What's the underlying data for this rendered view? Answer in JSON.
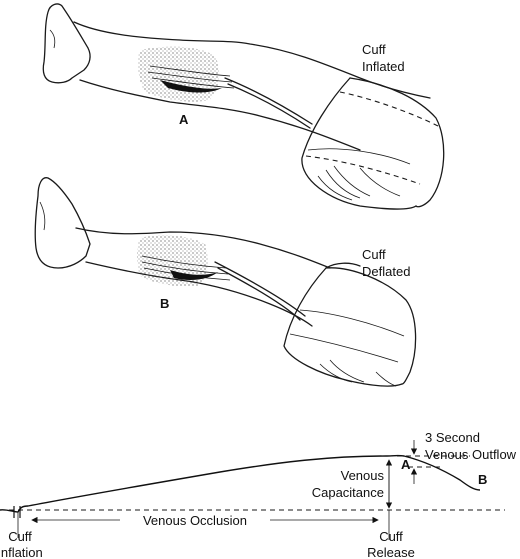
{
  "panel_a": {
    "label": "A",
    "cuff_label_line1": "Cuff",
    "cuff_label_line2": "Inflated"
  },
  "panel_b": {
    "label": "B",
    "cuff_label_line1": "Cuff",
    "cuff_label_line2": "Deflated"
  },
  "graph": {
    "point_a": "A",
    "point_b": "B",
    "outflow_line1": "3 Second",
    "outflow_line2": "Venous Outflow",
    "capacitance_line1": "Venous",
    "capacitance_line2": "Capacitance",
    "occlusion": "Venous Occlusion",
    "inflation_line1": "Cuff",
    "inflation_line2": "Inflation",
    "release_line1": "Cuff",
    "release_line2": "Release"
  }
}
